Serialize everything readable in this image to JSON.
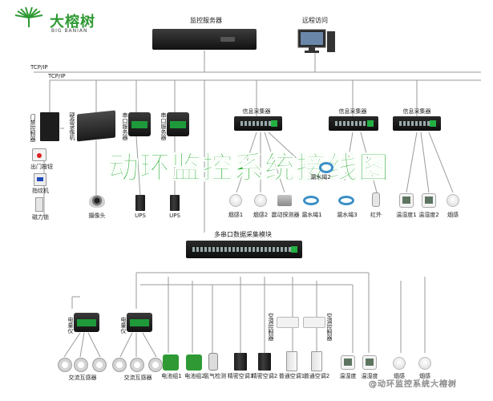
{
  "brand": {
    "name_cn": "大榕树",
    "name_en": "BIG BANIAN",
    "colors": {
      "green": "#2f9a34"
    }
  },
  "headline": "动环监控系统接线图",
  "watermark": "@动环监控系统大榕树",
  "network": {
    "tcpip_1": "TCP/IP",
    "tcpip_2": "TCP/IP"
  },
  "top": {
    "server_label": "监控服务器",
    "remote_label": "远程访问"
  },
  "left_column": {
    "controller_label": "门禁控制器",
    "exit_button_label": "出门按钮",
    "fingerprint_label": "指纹机",
    "camera_box_label": "磁力锁"
  },
  "row1_devices": {
    "nvr_label": "硬盘录像机",
    "serial_server1_label": "串口服务器",
    "serial_server2_label": "串口服务器",
    "camera_label": "摄像头",
    "ups1_label": "UPS",
    "ups2_label": "UPS"
  },
  "collectors": {
    "c1_label": "信息采集器",
    "c2_label": "信息采集器",
    "c3_label": "信息采集器"
  },
  "sensors_row": {
    "smoke1": "烟感1",
    "smoke2": "烟感2",
    "vibration": "震动探测器",
    "leak1": "漏水绳1",
    "leak2": "漏水绳2",
    "leak3": "漏水绳3",
    "ir": "红外",
    "th1": "温湿度1",
    "th2": "温湿度2",
    "smoke3": "烟感"
  },
  "multi_serial_label": "多串口数据采集模块",
  "bottom": {
    "meter1_label": "电量仪",
    "meter2_label": "电量仪",
    "ct_label_1": "交流互感器",
    "ct_label_2": "交流互感器",
    "battery1": "电池组1",
    "battery2": "电池组2",
    "hydrogen": "氢气检测",
    "ac1": "精密空调1",
    "ac2": "精密空调2",
    "ac3": "普通空调1",
    "ac4": "普通空调2",
    "ac_ctrl1": "空调控制器",
    "ac_ctrl2": "空调控制器",
    "th_b1": "温湿度",
    "th_b2": "温湿度",
    "smoke_b1": "烟感",
    "smoke_b2": "烟感"
  },
  "icons": [
    "logo-tree-icon",
    "server-icon",
    "monitor-icon",
    "switch-icon",
    "ups-icon",
    "camera-icon",
    "sensor-icon"
  ]
}
